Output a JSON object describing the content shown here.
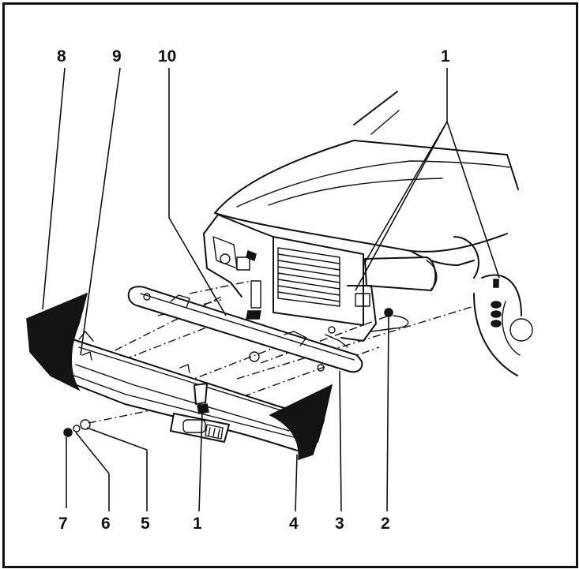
{
  "diagram": {
    "callouts": [
      {
        "id": "c8",
        "text": "8"
      },
      {
        "id": "c9",
        "text": "9"
      },
      {
        "id": "c10",
        "text": "10"
      },
      {
        "id": "c1top",
        "text": "1"
      },
      {
        "id": "c7",
        "text": "7"
      },
      {
        "id": "c6",
        "text": "6"
      },
      {
        "id": "c5",
        "text": "5"
      },
      {
        "id": "c1bot",
        "text": "1"
      },
      {
        "id": "c4",
        "text": "4"
      },
      {
        "id": "c3",
        "text": "3"
      },
      {
        "id": "c2",
        "text": "2"
      }
    ]
  }
}
